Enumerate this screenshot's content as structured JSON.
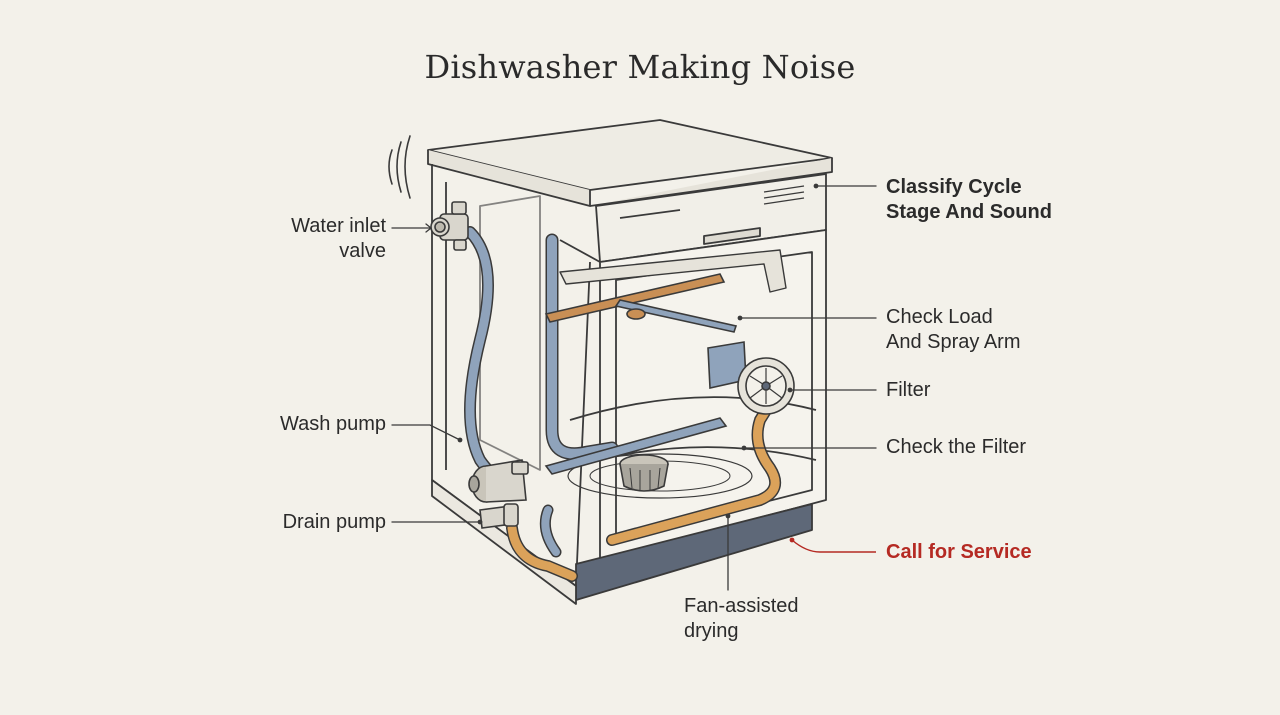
{
  "title": "Dishwasher Making Noise",
  "labels": {
    "water_inlet_valve": [
      "Water inlet",
      "valve"
    ],
    "wash_pump": "Wash pump",
    "drain_pump": "Drain pump",
    "classify_cycle": [
      "Classify Cycle",
      "Stage And Sound"
    ],
    "check_load": [
      "Check Load",
      "And Spray Arm"
    ],
    "filter": "Filter",
    "check_filter": "Check the Filter",
    "call_service": "Call for Service",
    "fan_assisted": [
      "Fan-assisted",
      "drying"
    ]
  },
  "colors": {
    "background": "#f3f1ea",
    "outline": "#3a3a3a",
    "hose_blue": "#8fa3bb",
    "hose_orange": "#dba25a",
    "spray_arm": "#c98f55",
    "kick_plate": "#5e6878",
    "service_red": "#b52a23"
  }
}
